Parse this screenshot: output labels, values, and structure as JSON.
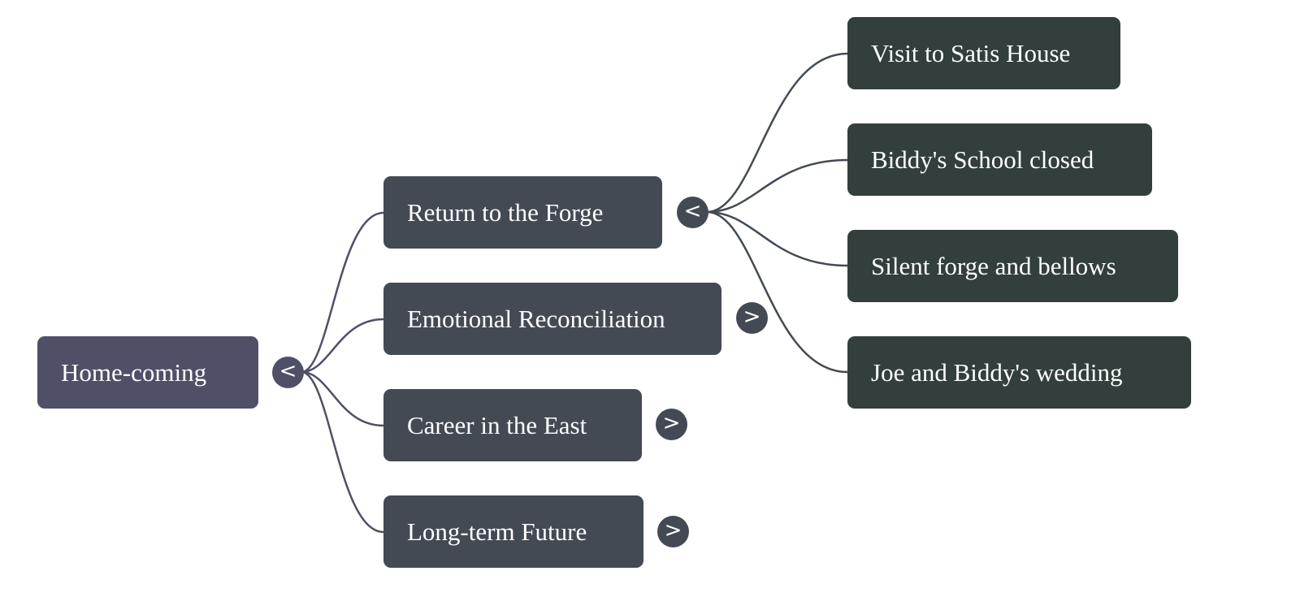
{
  "mindmap": {
    "root": {
      "label": "Home-coming",
      "toggle": "<",
      "expanded": true
    },
    "children": [
      {
        "label": "Return to the Forge",
        "toggle": "<",
        "expanded": true,
        "children": [
          {
            "label": "Visit to Satis House"
          },
          {
            "label": "Biddy's School closed"
          },
          {
            "label": "Silent forge and bellows"
          },
          {
            "label": "Joe and Biddy's wedding"
          }
        ]
      },
      {
        "label": "Emotional Reconciliation",
        "toggle": ">",
        "expanded": false
      },
      {
        "label": "Career in the East",
        "toggle": ">",
        "expanded": false
      },
      {
        "label": "Long-term Future",
        "toggle": ">",
        "expanded": false
      }
    ]
  },
  "colors": {
    "root": "#4f5067",
    "level1": "#434a54",
    "level2": "#323f3c",
    "link_root": "#4f5067",
    "link_level1": "#434a54"
  }
}
